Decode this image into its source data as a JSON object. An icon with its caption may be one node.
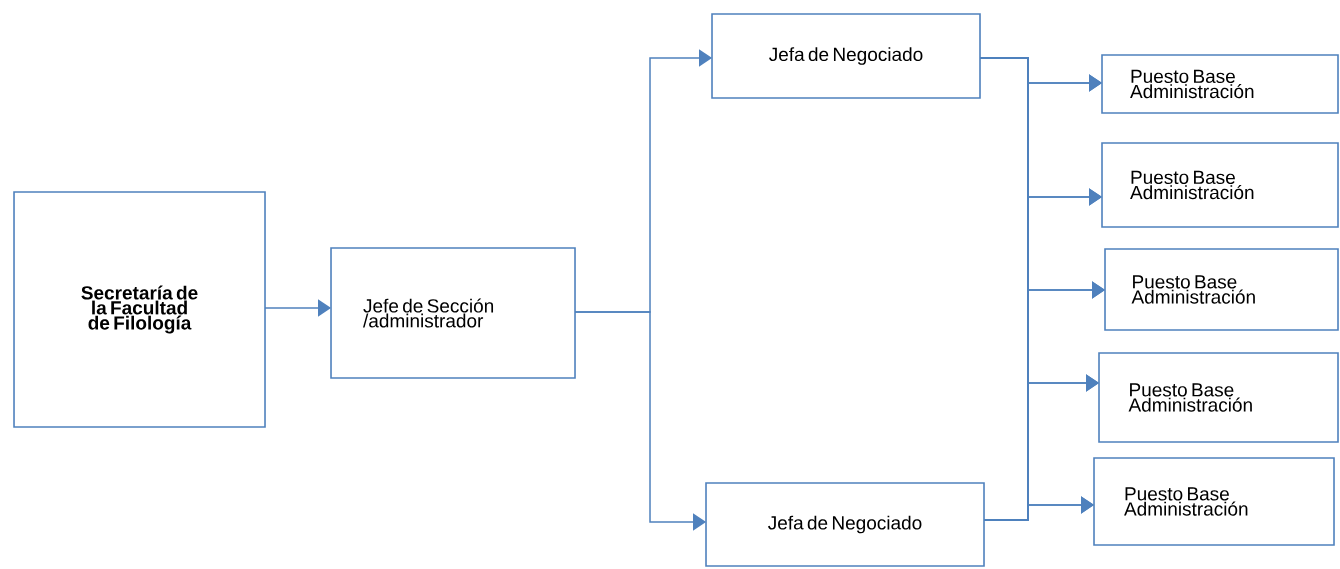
{
  "diagram": {
    "nodes": [
      {
        "text": [
          "Secretaría de la Facultad de Filología"
        ]
      },
      {
        "text": [
          "Jefe de Sección /administrador"
        ]
      },
      {
        "text": [
          "Jefa de Negociado"
        ]
      },
      {
        "text": [
          "Jefa de Negociado"
        ]
      },
      {
        "text": [
          "Puesto Base Administración"
        ]
      },
      {
        "text": [
          "Puesto Base Administración"
        ]
      },
      {
        "text": [
          "Puesto Base Administración"
        ]
      },
      {
        "text": [
          "Puesto Base Administración"
        ]
      },
      {
        "text": [
          "Puesto Base Administración"
        ]
      }
    ],
    "edges": [
      {
        "from": 0,
        "to": 1,
        "arrow": "to"
      },
      {
        "from": 1,
        "to": 2,
        "arrow": "to"
      },
      {
        "from": 1,
        "to": 3,
        "arrow": "to"
      },
      {
        "from": 2,
        "to": 4,
        "arrow": "to"
      },
      {
        "from": 2,
        "to": 5,
        "arrow": "to"
      },
      {
        "from": 2,
        "to": 6,
        "arrow": "to"
      },
      {
        "from": 2,
        "to": 7,
        "arrow": "to"
      },
      {
        "from": 2,
        "to": 8,
        "arrow": "to"
      },
      {
        "from": 3,
        "to": 4,
        "arrow": "to"
      },
      {
        "from": 3,
        "to": 5,
        "arrow": "to"
      },
      {
        "from": 3,
        "to": 6,
        "arrow": "to"
      },
      {
        "from": 3,
        "to": 7,
        "arrow": "to"
      },
      {
        "from": 3,
        "to": 8,
        "arrow": "to"
      }
    ]
  }
}
